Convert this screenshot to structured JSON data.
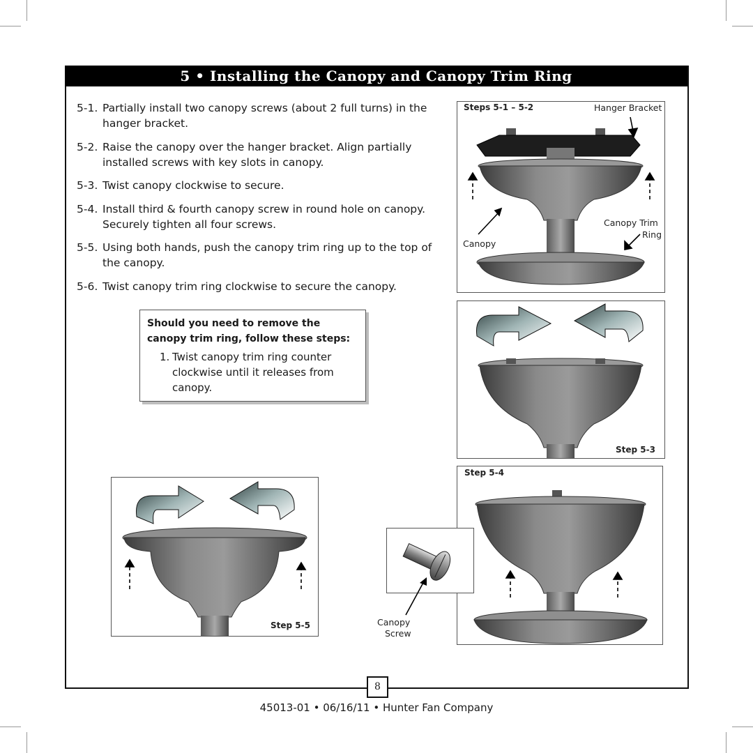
{
  "section_title": "5 • Installing the Canopy and Canopy Trim Ring",
  "steps": [
    {
      "num": "5-1.",
      "text": "Partially install two canopy screws (about 2 full turns) in the hanger bracket."
    },
    {
      "num": "5-2.",
      "text": "Raise the canopy over the hanger bracket. Align partially installed screws with key slots in canopy."
    },
    {
      "num": "5-3.",
      "text": "Twist canopy clockwise to secure."
    },
    {
      "num": "5-4.",
      "text": "Install third  & fourth canopy screw in round hole on canopy. Securely tighten all four screws."
    },
    {
      "num": "5-5.",
      "text": "Using both hands, push the canopy trim ring up to the top of the canopy."
    },
    {
      "num": "5-6.",
      "text": "Twist canopy trim ring clockwise to secure the canopy."
    }
  ],
  "removal_note": {
    "heading": "Should you need to remove the canopy trim ring, follow these steps:",
    "items": [
      {
        "num": "1.",
        "text": "Twist canopy trim ring counter clockwise until it releases from canopy."
      }
    ]
  },
  "figures": {
    "fig1": {
      "step_label": "Steps 5-1 – 5-2",
      "hanger_label": "Hanger Bracket",
      "canopy_label": "Canopy",
      "trim_label_1": "Canopy Trim",
      "trim_label_2": "Ring"
    },
    "fig2": {
      "step_label": "Step 5-3"
    },
    "fig3": {
      "step_label": "Step 5-4"
    },
    "fig4": {
      "screw_label_1": "Canopy",
      "screw_label_2": "Screw"
    },
    "fig5": {
      "step_label": "Step 5-5"
    }
  },
  "page_number": "8",
  "footer": "45013-01  •  06/16/11  •  Hunter Fan Company"
}
